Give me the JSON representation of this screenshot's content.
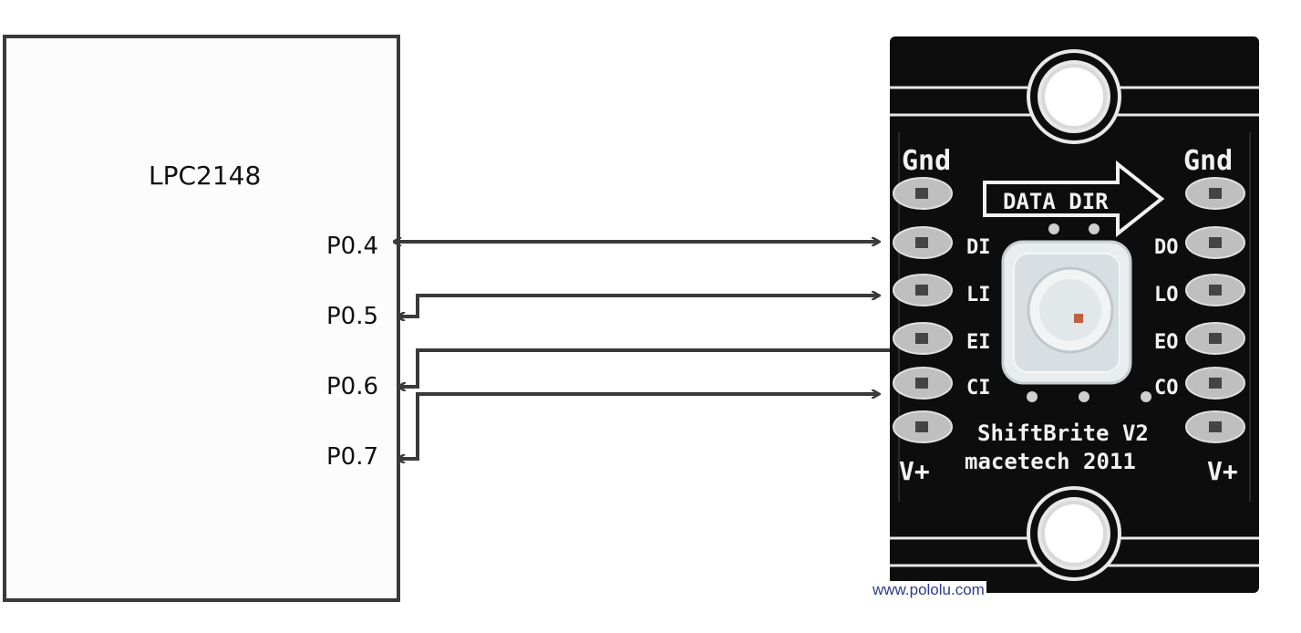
{
  "mcu": {
    "title": "LPC2148",
    "pins": [
      "P0.4",
      "P0.5",
      "P0.6",
      "P0.7"
    ]
  },
  "board": {
    "gnd_left": "Gnd",
    "gnd_right": "Gnd",
    "arrow_label": "DATA DIR",
    "left_pins": [
      "DI",
      "LI",
      "EI",
      "CI"
    ],
    "right_pins": [
      "DO",
      "LO",
      "EO",
      "CO"
    ],
    "product_name": "ShiftBrite V2",
    "maker": "macetech 2011",
    "vplus_left": "V+",
    "vplus_right": "V+"
  },
  "credit": "www.pololu.com",
  "colors": {
    "wire": "#3a3a3a",
    "board": "#0d0d0d",
    "silkscreen": "#f2f2f2",
    "credit": "#2d3b8c"
  }
}
